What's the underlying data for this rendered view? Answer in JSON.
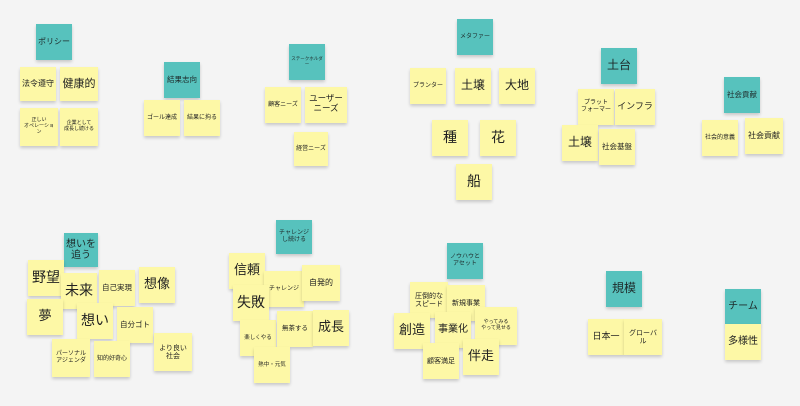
{
  "colors": {
    "canvas": "#f4f4f4",
    "sticky_yellow": "#fdf8a6",
    "sticky_teal": "#57c2bd"
  },
  "clusters": [
    {
      "header": "ポリシー",
      "notes": [
        "法令遵守",
        "健康的",
        "正しい\nオペレーション",
        "企業として\n成長し続ける"
      ]
    },
    {
      "header": "結果志向",
      "notes": [
        "ゴール達成",
        "結果に拘る"
      ]
    },
    {
      "header": "ステークホルダー",
      "notes": [
        "顧客ニーズ",
        "ユーザー\nニーズ",
        "経営ニーズ"
      ]
    },
    {
      "header": "メタファー",
      "notes": [
        "プランター",
        "土壌",
        "大地",
        "種",
        "花",
        "船"
      ]
    },
    {
      "header": "土台",
      "notes": [
        "プラット\nフォーマー",
        "インフラ",
        "土壌",
        "社会基盤"
      ]
    },
    {
      "header": "社会貢献",
      "notes": [
        "社会的意義",
        "社会貢献"
      ]
    },
    {
      "header": "想いを\n追う",
      "notes": [
        "野望",
        "未来",
        "自己実現",
        "想像",
        "夢",
        "想い",
        "自分ゴト",
        "パーソナル\nアジェンダ",
        "知的好奇心",
        "より良い\n社会"
      ]
    },
    {
      "header": "チャレンジ\nし続ける",
      "notes": [
        "信頼",
        "チャレンジ",
        "自発的",
        "失敗",
        "楽しくやる",
        "無茶する",
        "成長",
        "熱中・元気"
      ]
    },
    {
      "header": "ノウハウと\nアセット",
      "notes": [
        "圧倒的な\nスピード",
        "新規事業",
        "創造",
        "事業化",
        "やってみる\nやって見せる",
        "伴走",
        "顧客満足"
      ]
    },
    {
      "header": "規模",
      "notes": [
        "日本一",
        "グローバル"
      ]
    },
    {
      "header": "チーム",
      "notes": [
        "多様性"
      ]
    }
  ]
}
